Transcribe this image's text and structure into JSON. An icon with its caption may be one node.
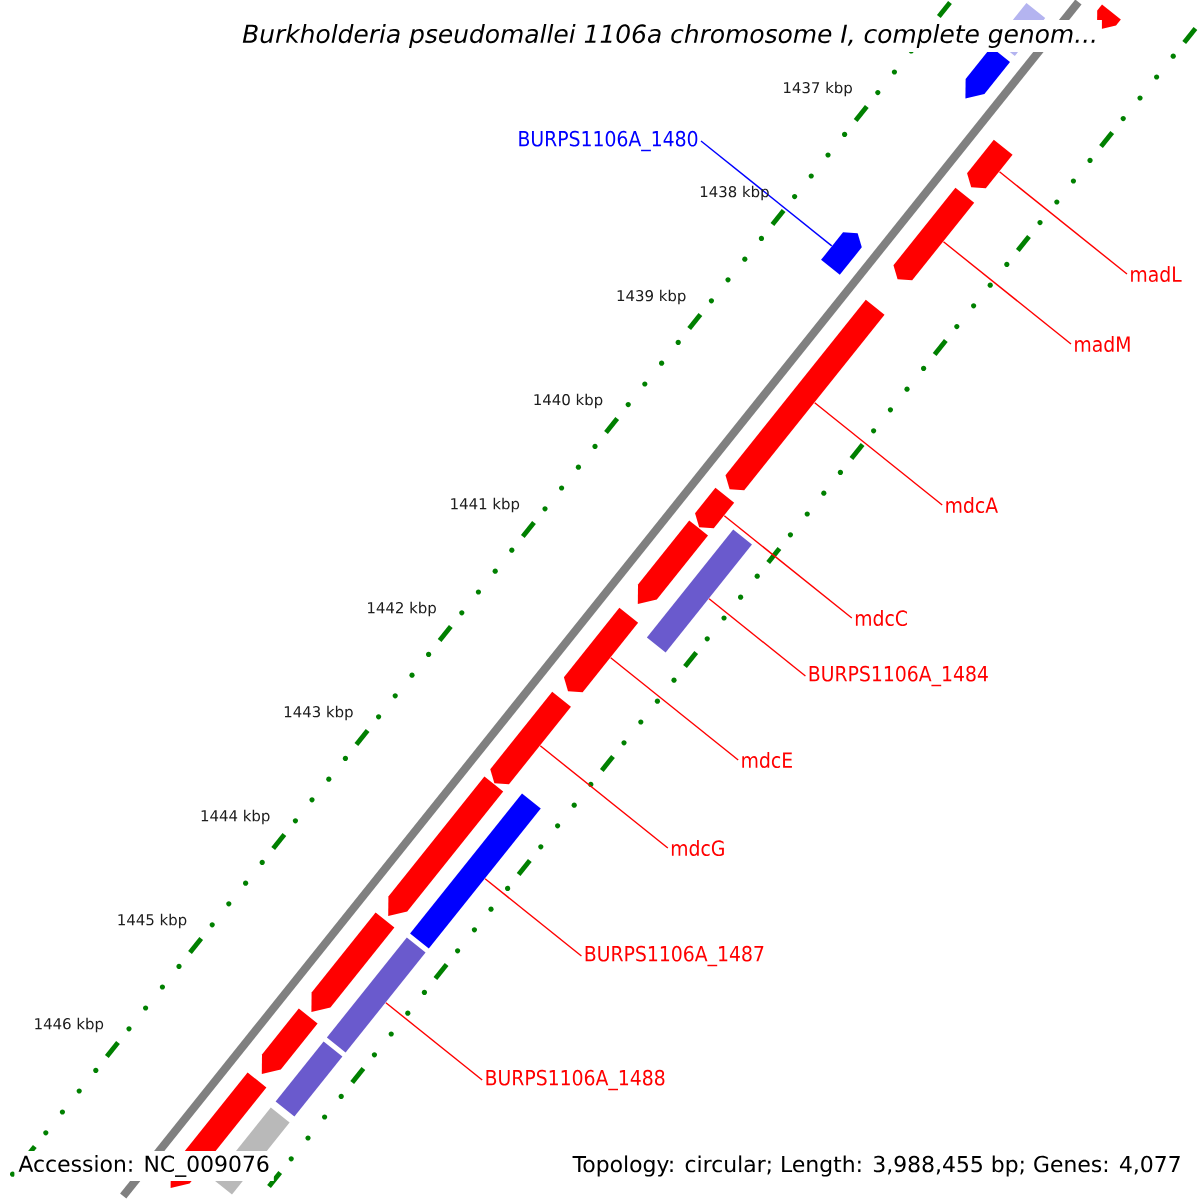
{
  "diagram": {
    "title": "Burkholderia pseudomallei 1106a chromosome I, complete genom...",
    "nodes": [
      {
        "text": [
          "BURPS1106A_1480"
        ]
      },
      {
        "text": [],
        "shape": "bar"
      },
      {
        "text": [
          "madL"
        ]
      },
      {
        "text": [],
        "shape": "bar"
      },
      {
        "text": [
          "madM"
        ]
      },
      {
        "text": [],
        "shape": "bar"
      },
      {
        "text": [
          "mdcA"
        ]
      },
      {
        "text": [],
        "shape": "bar"
      },
      {
        "text": [
          "mdcC"
        ]
      },
      {
        "text": [],
        "shape": "bar"
      },
      {
        "text": [
          "BURPS1106A_1484"
        ]
      },
      {
        "text": [],
        "shape": "bar"
      },
      {
        "text": [
          "mdcE"
        ]
      },
      {
        "text": [],
        "shape": "bar"
      },
      {
        "text": [
          "mdcG"
        ]
      },
      {
        "text": [],
        "shape": "bar"
      },
      {
        "text": [
          "BURPS1106A_1487"
        ]
      },
      {
        "text": [],
        "shape": "bar"
      },
      {
        "text": [
          "BURPS1106A_1488"
        ]
      },
      {
        "text": [],
        "shape": "bar"
      }
    ],
    "edges": [
      {
        "from": 0,
        "to": 1,
        "arrow": "none",
        "color": "#0000ff"
      },
      {
        "from": 2,
        "to": 3,
        "arrow": "none"
      },
      {
        "from": 4,
        "to": 5,
        "arrow": "none"
      },
      {
        "from": 6,
        "to": 7,
        "arrow": "none"
      },
      {
        "from": 8,
        "to": 9,
        "arrow": "none"
      },
      {
        "from": 10,
        "to": 11,
        "arrow": "none"
      },
      {
        "from": 12,
        "to": 13,
        "arrow": "none"
      },
      {
        "from": 14,
        "to": 15,
        "arrow": "none"
      },
      {
        "from": 16,
        "to": 17,
        "arrow": "none"
      },
      {
        "from": 18,
        "to": 19,
        "arrow": "none"
      }
    ],
    "labels": [
      "1437 kbp",
      "1438 kbp",
      "1439 kbp",
      "1440 kbp",
      "1441 kbp",
      "1442 kbp",
      "1443 kbp",
      "1444 kbp",
      "1445 kbp",
      "1446 kbp",
      "Accession: NC_009076",
      "Topology: circular; Length: 3,988,455 bp; Genes: 4,077"
    ]
  }
}
